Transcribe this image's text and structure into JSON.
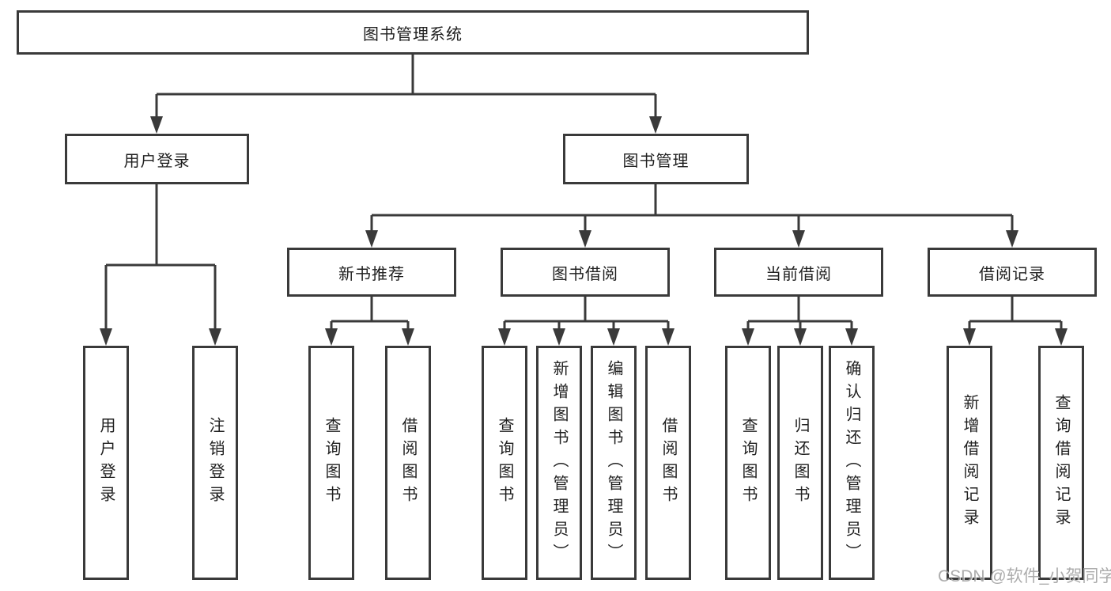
{
  "diagram": {
    "root": {
      "label": "图书管理系统"
    },
    "branches": [
      {
        "label": "用户登录",
        "children": [
          {
            "label": "用户登录"
          },
          {
            "label": "注销登录"
          }
        ]
      },
      {
        "label": "图书管理",
        "sections": [
          {
            "label": "新书推荐",
            "children": [
              {
                "label": "查询图书"
              },
              {
                "label": "借阅图书"
              }
            ]
          },
          {
            "label": "图书借阅",
            "children": [
              {
                "label": "查询图书"
              },
              {
                "label": "新增图书（管理员）"
              },
              {
                "label": "编辑图书（管理员）"
              },
              {
                "label": "借阅图书"
              }
            ]
          },
          {
            "label": "当前借阅",
            "children": [
              {
                "label": "查询图书"
              },
              {
                "label": "归还图书"
              },
              {
                "label": "确认归还（管理员）"
              }
            ]
          },
          {
            "label": "借阅记录",
            "children": [
              {
                "label": "新增借阅记录"
              },
              {
                "label": "查询借阅记录"
              }
            ]
          }
        ]
      }
    ]
  },
  "watermark": {
    "text": "CSDN @软件_小贺同学"
  },
  "colors": {
    "line": "#3a3a3a",
    "box_border": "#3a3a3a",
    "text": "#1f1f1f",
    "background": "#ffffff",
    "watermark": "#9e9e9e"
  }
}
